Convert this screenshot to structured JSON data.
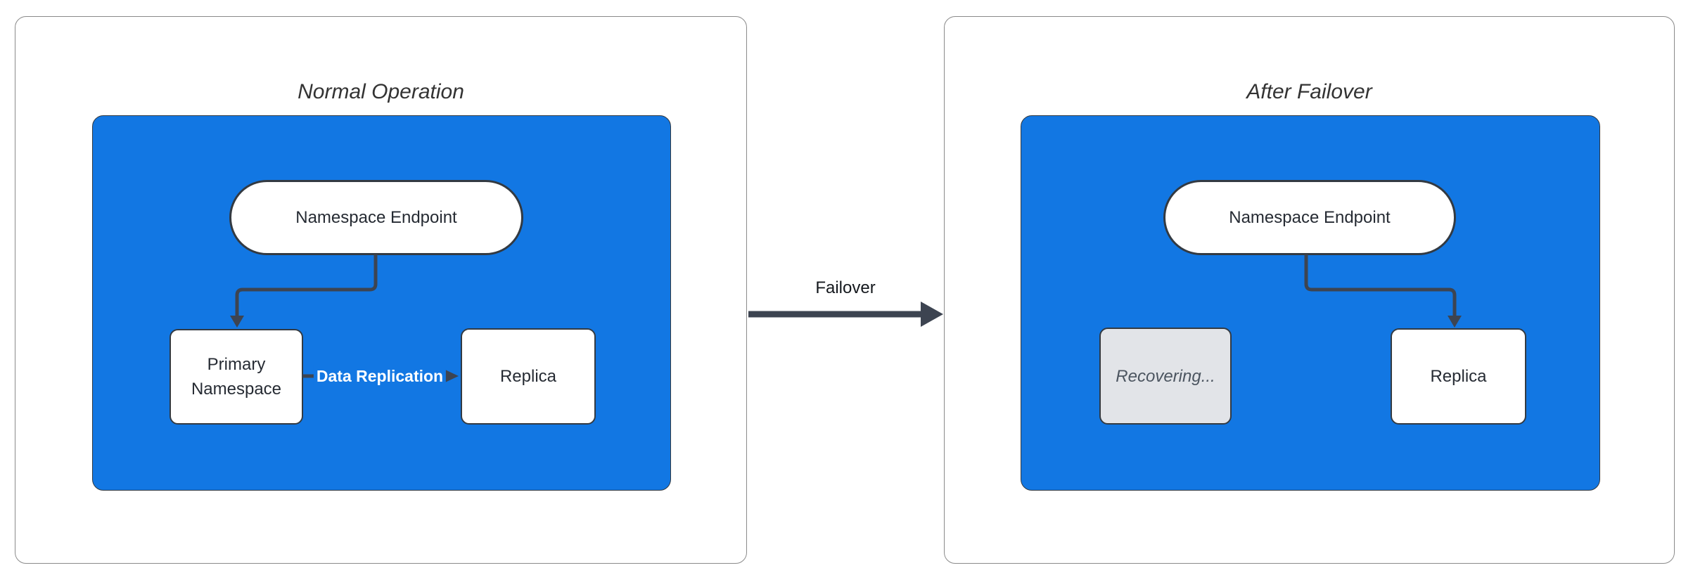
{
  "colors": {
    "blue-fill": "#1277e3",
    "edge": "#3d4451",
    "node-border": "#333a42",
    "node-text": "#262b33",
    "recovering-fill": "#e2e4e8",
    "recovering-text": "#4c5560",
    "panel-border": "#8a8a8a",
    "title-text": "#333333",
    "replication-text": "#ffffff"
  },
  "left_panel": {
    "title": "Normal Operation",
    "endpoint_label": "Namespace Endpoint",
    "primary_label": "Primary Namespace",
    "replica_label": "Replica",
    "replication_label": "Data Replication"
  },
  "right_panel": {
    "title": "After Failover",
    "endpoint_label": "Namespace Endpoint",
    "recovering_label": "Recovering...",
    "replica_label": "Replica"
  },
  "failover": {
    "label": "Failover"
  }
}
